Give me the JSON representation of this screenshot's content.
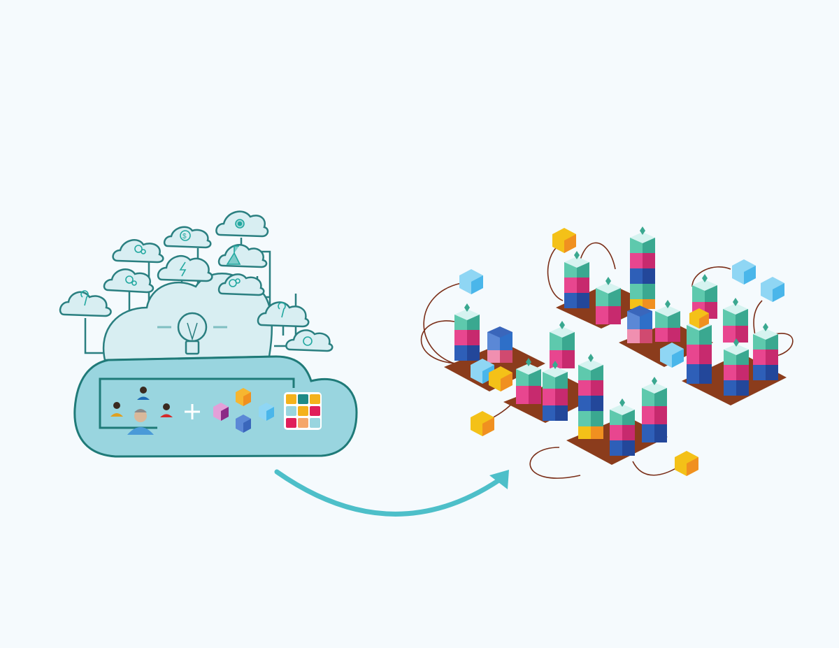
{
  "illustration": {
    "background": "#f5fafd",
    "left_panel": {
      "concept": "idea-cloud",
      "small_clouds": [
        "gears",
        "dollar",
        "target",
        "lightning",
        "mountain-flag",
        "gears",
        "gears",
        "hot-air-balloon",
        "hot-air-balloon",
        "circle"
      ],
      "central_icon": "light-bulb",
      "base_cloud_contents": [
        "team-people",
        "plus",
        "building-blocks",
        "color-grid"
      ]
    },
    "arrow": {
      "color": "#4dbfc9",
      "direction": "left-to-right"
    },
    "right_panel": {
      "concept": "isometric-block-towers",
      "block_colors": [
        "#5ec9ad",
        "#e8468f",
        "#2e5fb8",
        "#f4c118",
        "#5bc3f0"
      ],
      "base_color": "#8b3c1c"
    },
    "colors": {
      "cloud_stroke": "#2a7f80",
      "cloud_fill_light": "#d8eef2",
      "cloud_fill_base": "#99d5df"
    }
  }
}
